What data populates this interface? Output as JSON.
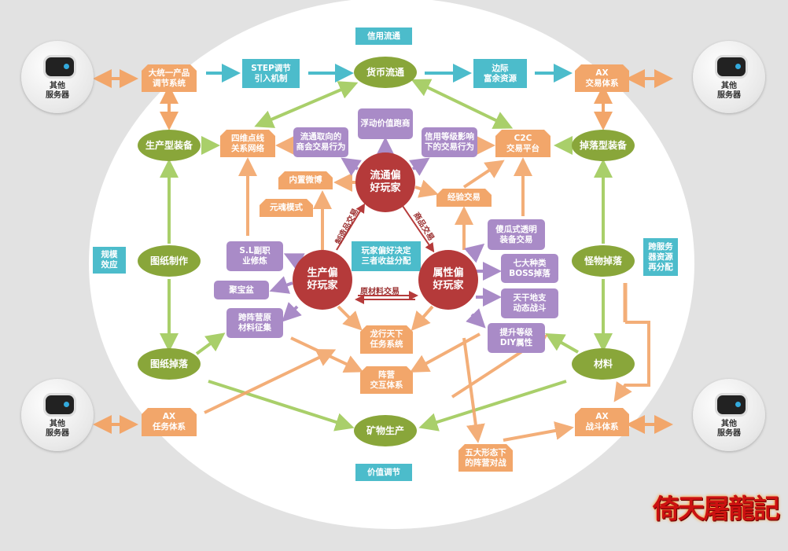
{
  "servers": {
    "tl": "其他\n服务器",
    "tr": "其他\n服务器",
    "bl": "其他\n服务器",
    "br": "其他\n服务器"
  },
  "teal": {
    "credit_flow": "信用流通",
    "step": "STEP调节\n引入机制",
    "marginal": "边际\n富余资源",
    "scale": "规模\n效应",
    "cross_server": "跨服务\n器资源\n再分配",
    "decide": "玩家偏好决定\n三者收益分配",
    "value_adjust": "价值调节"
  },
  "orange": {
    "unified": "大统一产品\n调节系统",
    "ax_trade": "AX\n交易体系",
    "network": "四维点线\n关系网络",
    "c2c": "C2C\n交易平台",
    "weibo": "内置微博",
    "soul": "元魂模式",
    "exp_trade": "经验交易",
    "dragon": "龙行天下\n任务系统",
    "camp": "阵营\n交互体系",
    "ax_task": "AX\n任务体系",
    "ax_battle": "AX\n战斗体系",
    "five_forms": "五大形态下\n的阵营对战"
  },
  "green": {
    "currency": "货币流通",
    "prod_equip": "生产型装备",
    "drop_equip": "掉落型装备",
    "blueprint_make": "图纸制作",
    "monster_drop": "怪物掉落",
    "blueprint_drop": "图纸掉落",
    "material": "材料",
    "mineral": "矿物生产"
  },
  "purple": {
    "guild": "流通取向的\n商会交易行为",
    "float": "浮动价值跑商",
    "credit_level": "信用等级影响\n下的交易行为",
    "sl": "S.L副职\n业修炼",
    "treasure": "聚宝盆",
    "cross_camp": "跨阵营原\n材料征集",
    "fool": "傻瓜式透明\n装备交易",
    "boss": "七大种类\nBOSS掉落",
    "tiangan": "天干地支\n动态战斗",
    "diy": "提升等级\nDIY属性"
  },
  "red": {
    "flow": "流通偏\n好玩家",
    "prod": "生产偏\n好玩家",
    "attr": "属性偏\n好玩家"
  },
  "labels": {
    "manufactured": "制造品交易",
    "goods": "商品交易",
    "raw": "原材料交易"
  },
  "logo": "倚天屠龍記",
  "colors": {
    "teal": "#4cbccb",
    "orange": "#f2a66a",
    "green": "#89a63a",
    "purple": "#a98bc7",
    "red": "#b53a3a",
    "light_green": "#a9cf6a"
  }
}
